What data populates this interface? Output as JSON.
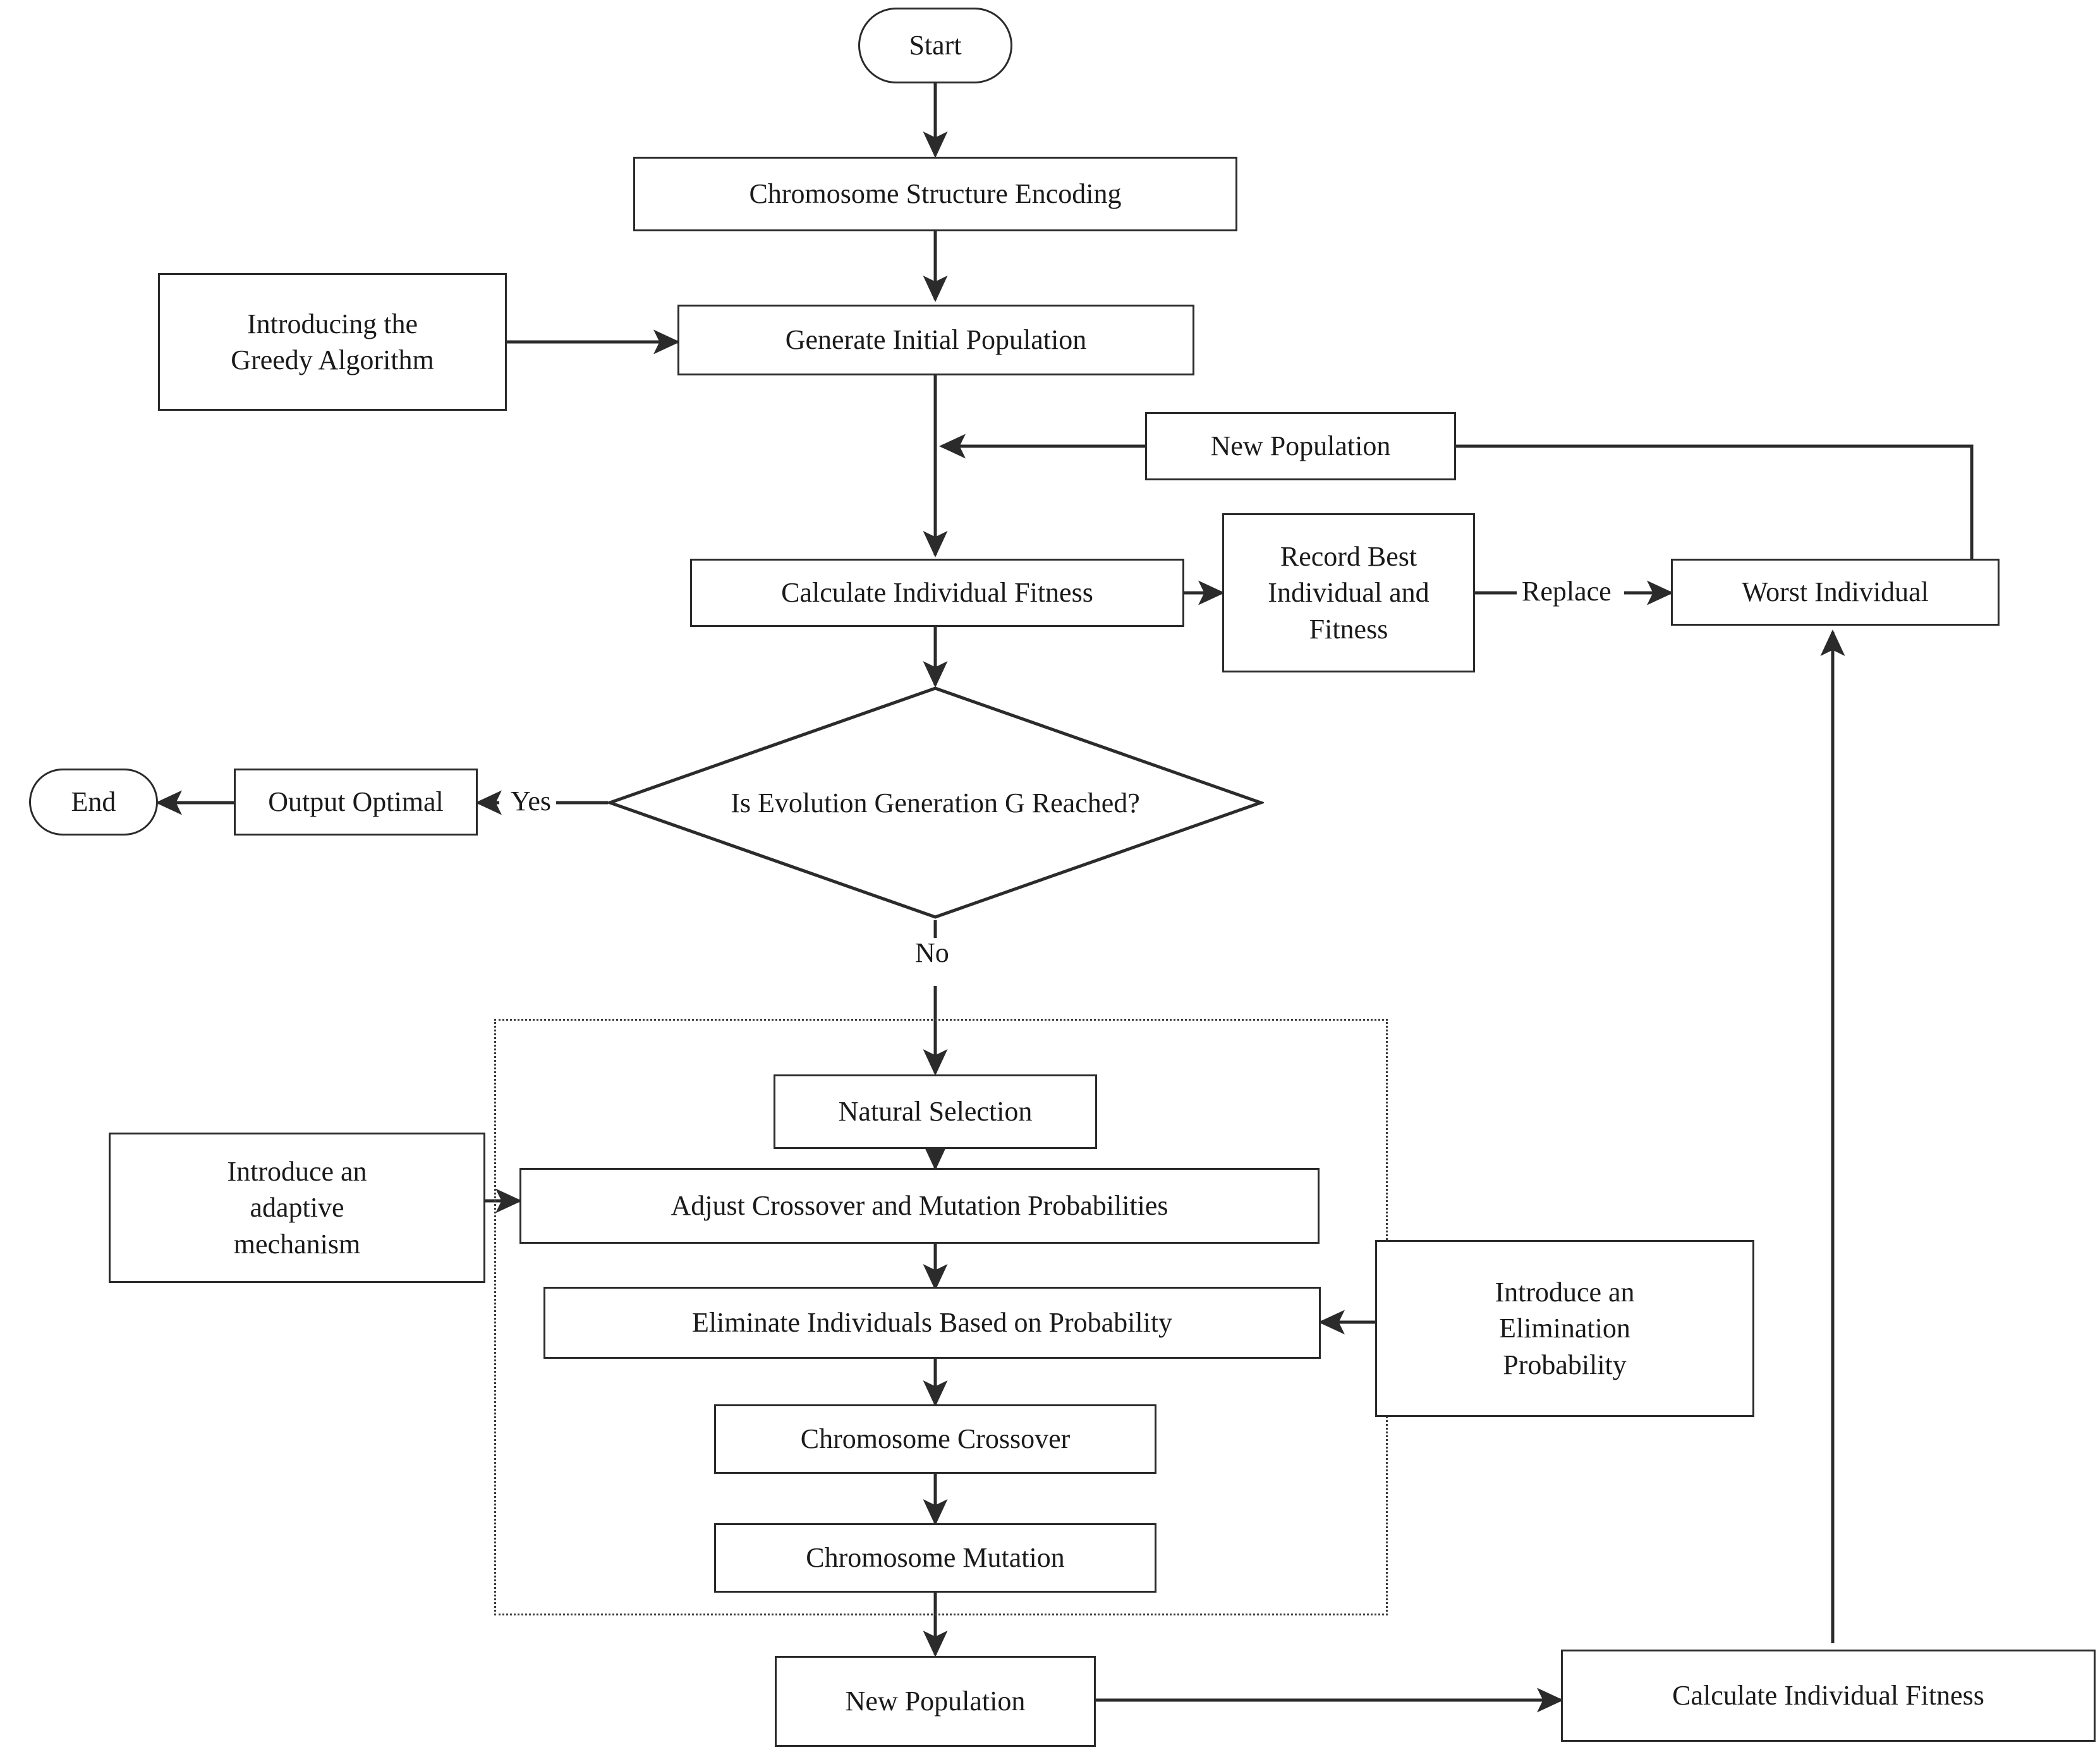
{
  "diagram": {
    "title_text": "",
    "type": "flowchart",
    "colors": {
      "stroke": "#2b2b2b",
      "text": "#1a1a1a",
      "background": "#ffffff",
      "group_border": "#3a3a3a"
    },
    "nodes": {
      "start": {
        "label": "Start",
        "shape": "stadium"
      },
      "encoding": {
        "label": "Chromosome Structure Encoding",
        "shape": "rect"
      },
      "greedy": {
        "label": "Introducing the\nGreedy Algorithm",
        "line1": "Introducing the",
        "line2": "Greedy Algorithm",
        "shape": "rect"
      },
      "init_pop": {
        "label": "Generate Initial Population",
        "shape": "rect"
      },
      "new_pop_top": {
        "label": "New Population",
        "shape": "rect"
      },
      "calc_fitness": {
        "label": "Calculate Individual Fitness",
        "shape": "rect"
      },
      "record_best": {
        "line1": "Record Best",
        "line2": "Individual and",
        "line3": "Fitness",
        "shape": "rect"
      },
      "worst_ind": {
        "label": "Worst Individual",
        "shape": "rect"
      },
      "decision": {
        "label": "Is Evolution Generation G Reached?",
        "shape": "diamond"
      },
      "output_optimal": {
        "label": "Output Optimal",
        "shape": "rect"
      },
      "end": {
        "label": "End",
        "shape": "stadium"
      },
      "natural_selection": {
        "label": "Natural Selection",
        "shape": "rect"
      },
      "adjust_probs": {
        "label": "Adjust Crossover and Mutation Probabilities",
        "shape": "rect"
      },
      "eliminate": {
        "label": "Eliminate Individuals Based on Probability",
        "shape": "rect"
      },
      "crossover": {
        "label": "Chromosome Crossover",
        "shape": "rect"
      },
      "mutation": {
        "label": "Chromosome Mutation",
        "shape": "rect"
      },
      "adaptive": {
        "line1": "Introduce an",
        "line2": "adaptive",
        "line3": "mechanism",
        "shape": "rect"
      },
      "elim_prob": {
        "line1": "Introduce an",
        "line2": "Elimination",
        "line3": "Probability",
        "shape": "rect"
      },
      "new_pop_bottom": {
        "label": "New Population",
        "shape": "rect"
      },
      "calc_fitness_bottom": {
        "label": "Calculate Individual Fitness",
        "shape": "rect"
      }
    },
    "edge_labels": {
      "replace": "Replace",
      "yes": "Yes",
      "no": "No"
    }
  }
}
